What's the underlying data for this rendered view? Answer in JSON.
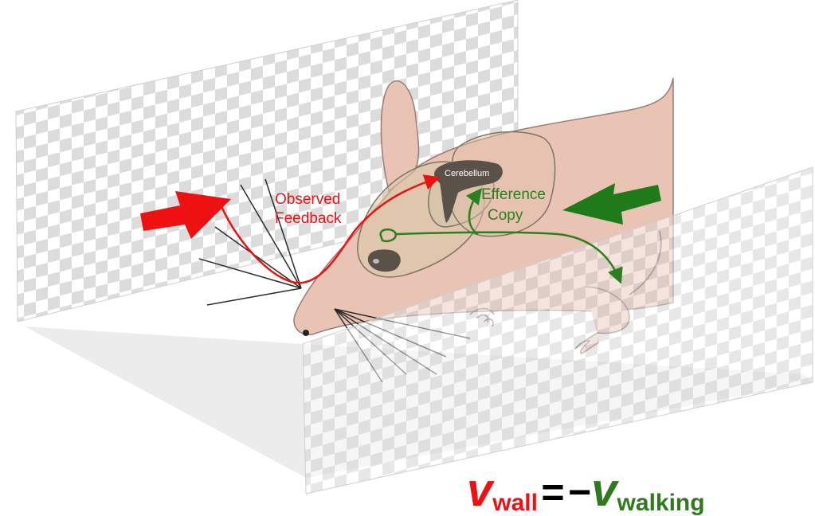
{
  "labels": {
    "cerebellum": "Cerebellum",
    "observed_line1": "Observed",
    "observed_line2": "Feedback",
    "efference_line1": "Efference",
    "efference_line2": "Copy"
  },
  "equation": {
    "v_symbol": "v",
    "wall_sub": "wall",
    "equals": "=",
    "minus": "−",
    "walking_sub": "walking"
  },
  "colors": {
    "observed_feedback": "#ee1111",
    "efference_copy": "#2b7f1e",
    "mouse_skin": "#e9c4b4",
    "cerebellum": "#5a5249",
    "wall_checker": "#d9d9d9"
  }
}
